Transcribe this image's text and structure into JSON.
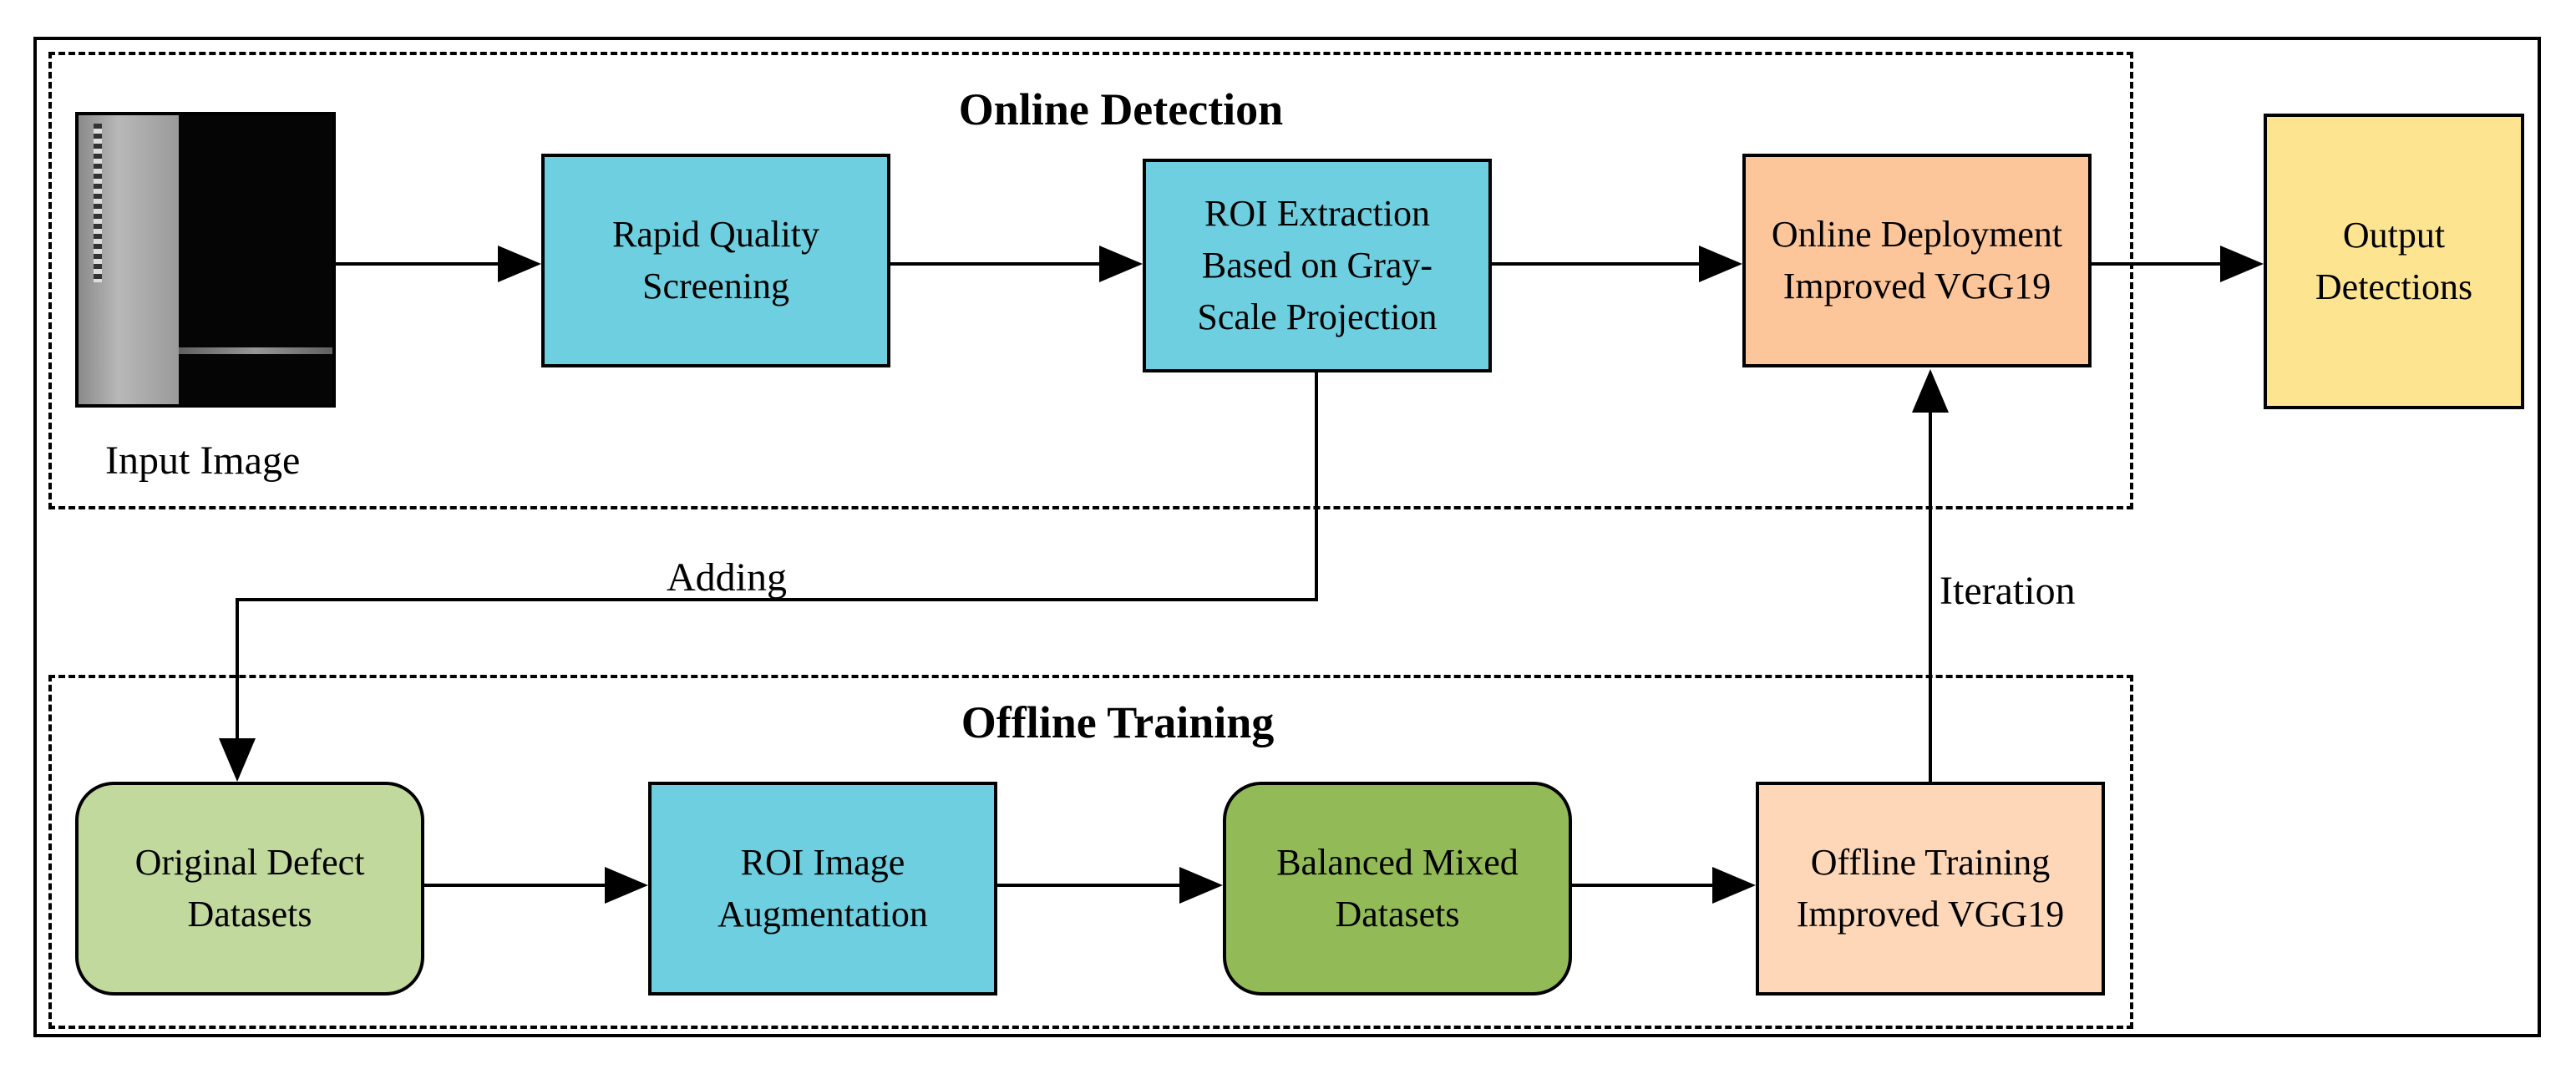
{
  "groups": {
    "online": {
      "title": "Online Detection"
    },
    "offline": {
      "title": "Offline Training"
    }
  },
  "input": {
    "label": "Input Image",
    "image": "grayscale-weld-image"
  },
  "online_boxes": {
    "rapid": {
      "label": "Rapid Quality\nScreening",
      "color": "#6ecfe0"
    },
    "roi": {
      "label": "ROI Extraction\nBased on Gray-\nScale Projection",
      "color": "#6ecfe0"
    },
    "deploy": {
      "label": "Online Deployment\nImproved VGG19",
      "color": "#fdc69a"
    },
    "output": {
      "label": "Output\nDetections",
      "color": "#fde490"
    }
  },
  "offline_boxes": {
    "original": {
      "label": "Original Defect\nDatasets",
      "color": "#c2d99e"
    },
    "augment": {
      "label": "ROI Image\nAugmentation",
      "color": "#6ecfe0"
    },
    "balanced": {
      "label": "Balanced Mixed\nDatasets",
      "color": "#92bb57"
    },
    "training": {
      "label": "Offline Training\nImproved VGG19",
      "color": "#fdd7b8"
    }
  },
  "edge_labels": {
    "adding": "Adding",
    "iteration": "Iteration"
  }
}
